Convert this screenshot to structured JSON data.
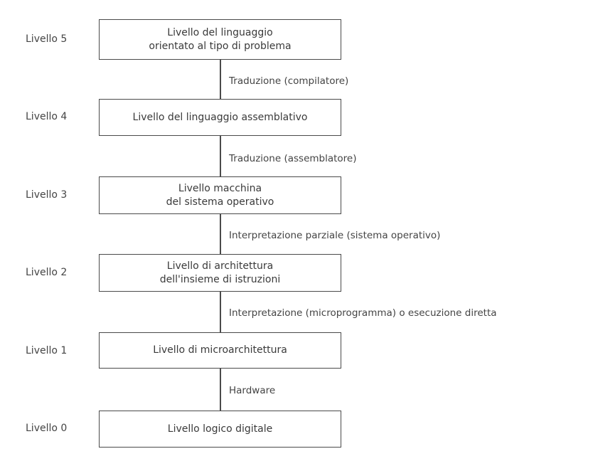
{
  "levels": [
    {
      "label": "Livello 5",
      "lines": [
        "Livello del linguaggio",
        "orientato al tipo di problema"
      ]
    },
    {
      "label": "Livello 4",
      "lines": [
        "Livello del linguaggio assemblativo"
      ]
    },
    {
      "label": "Livello 3",
      "lines": [
        "Livello macchina",
        "del sistema operativo"
      ]
    },
    {
      "label": "Livello 2",
      "lines": [
        "Livello di architettura",
        "dell'insieme di istruzioni"
      ]
    },
    {
      "label": "Livello 1",
      "lines": [
        "Livello di microarchitettura"
      ]
    },
    {
      "label": "Livello 0",
      "lines": [
        "Livello logico digitale"
      ]
    }
  ],
  "transitions": [
    "Traduzione (compilatore)",
    "Traduzione (assemblatore)",
    "Interpretazione parziale (sistema operativo)",
    "Interpretazione (microprogramma) o esecuzione diretta",
    "Hardware"
  ],
  "colors": {
    "border": "#4a4a4a",
    "text": "#3a3a3a",
    "background": "#ffffff"
  }
}
